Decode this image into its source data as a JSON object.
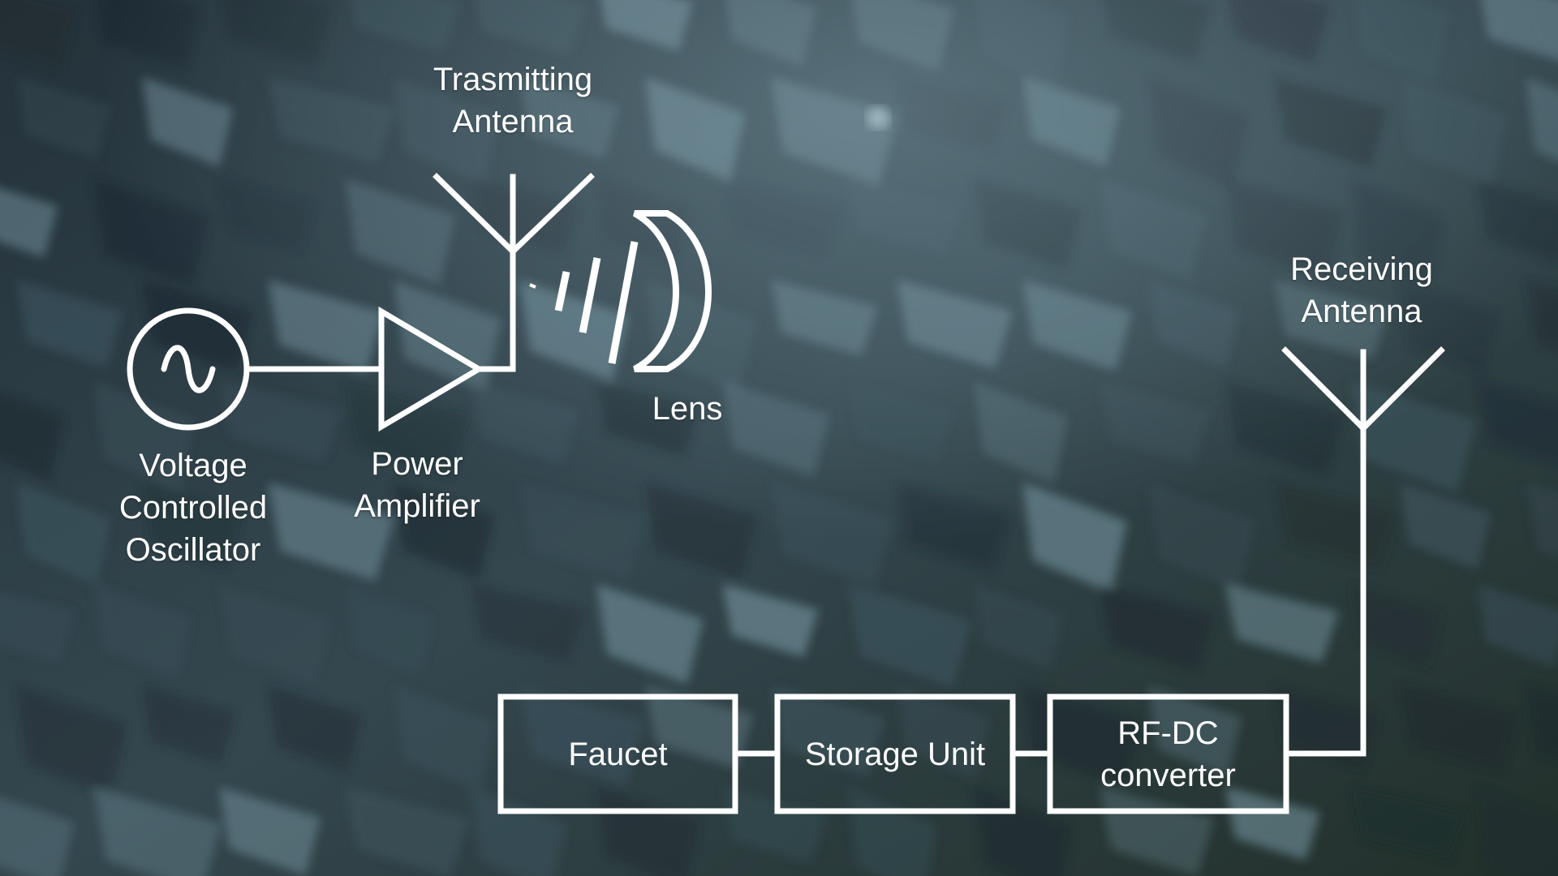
{
  "colors": {
    "stroke": "#ffffff",
    "background_dark": "#1e2a31",
    "background_mid": "#3e545e",
    "background_light": "#6f8d98"
  },
  "labels": {
    "tx_antenna_line1": "Trasmitting",
    "tx_antenna_line2": "Antenna",
    "rx_antenna_line1": "Receiving",
    "rx_antenna_line2": "Antenna",
    "vco_line1": "Voltage",
    "vco_line2": "Controlled",
    "vco_line3": "Oscillator",
    "pa_line1": "Power",
    "pa_line2": "Amplifier",
    "lens": "Lens"
  },
  "blocks": {
    "faucet": "Faucet",
    "storage": "Storage Unit",
    "rfdc_line1": "RF-DC",
    "rfdc_line2": "converter"
  },
  "icons": {
    "oscillator": "sine-wave-source-icon",
    "amplifier": "triangle-amplifier-icon",
    "tx_antenna": "antenna-icon",
    "rx_antenna": "antenna-icon",
    "waves": "radiated-waves-icon",
    "lens": "lens-icon"
  }
}
